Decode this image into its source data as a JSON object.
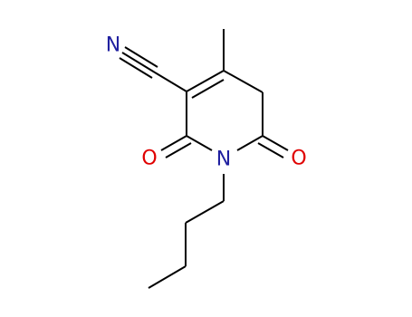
{
  "molecule": {
    "atoms": {
      "nitrile_N": {
        "label": "N",
        "color": "#2020a0"
      },
      "ring_N": {
        "label": "N",
        "color": "#2020a0"
      },
      "carbonyl_O_left": {
        "label": "O",
        "color": "#e00000"
      },
      "carbonyl_O_right": {
        "label": "O",
        "color": "#e00000"
      }
    },
    "bond_color": "#000000"
  }
}
